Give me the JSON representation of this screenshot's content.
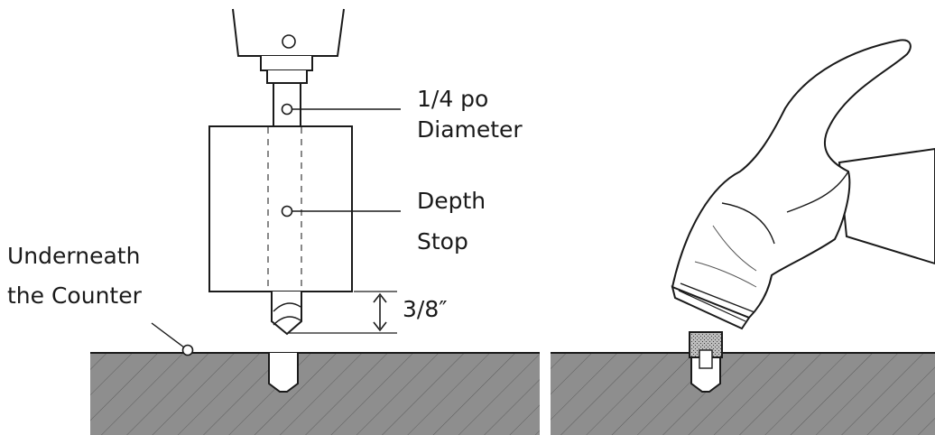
{
  "labels": {
    "diameter_line1": "1/4 po",
    "diameter_line2": "Diameter",
    "depth_stop_line1": "Depth",
    "depth_stop_line2": "Stop",
    "underneath_line1": "Underneath",
    "underneath_line2": "the Counter",
    "gap": "3/8″"
  },
  "icons": [
    "drill-chuck-icon",
    "drill-bit-icon",
    "depth-stop-block-icon",
    "hammer-icon",
    "plug-icon"
  ],
  "colors": {
    "line": "#1a1a1a",
    "counter_fill": "#8e8e8e",
    "hatch": "#5f5f5f",
    "background": "#ffffff"
  }
}
